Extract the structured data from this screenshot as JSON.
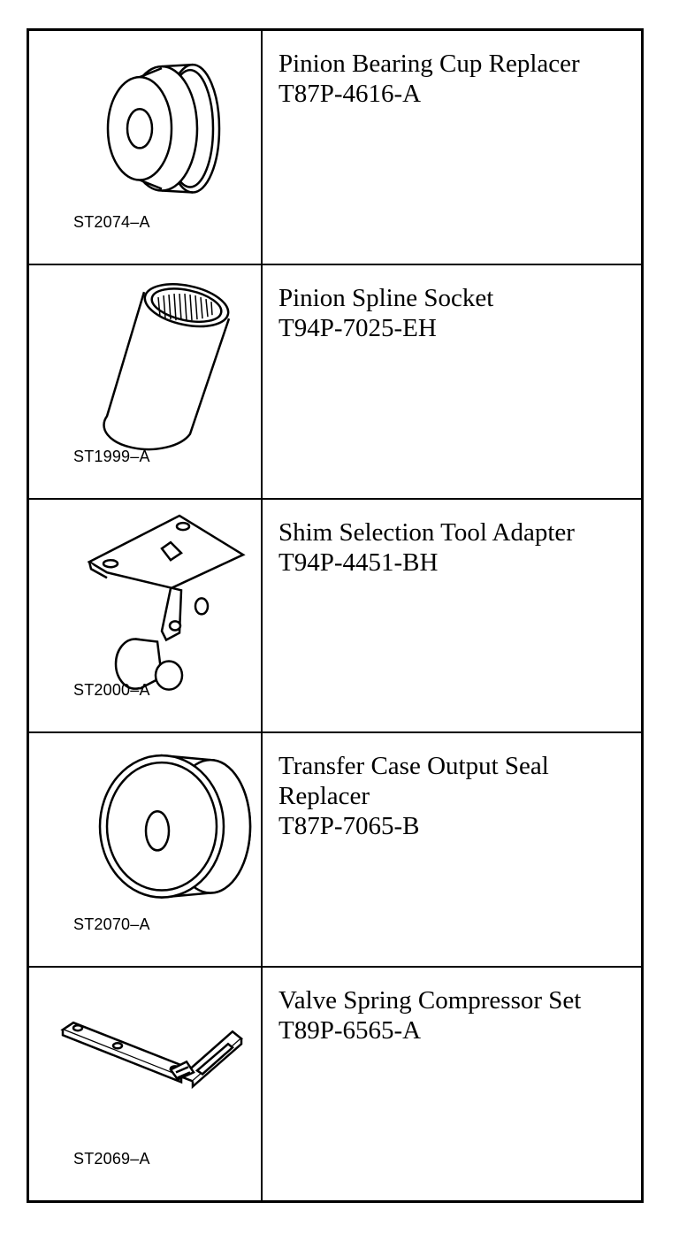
{
  "tools": [
    {
      "icon": "bearing-cup-replacer-illustration",
      "figure_code": "ST2074–A",
      "name": "Pinion Bearing Cup Replacer",
      "part_number": "T87P-4616-A"
    },
    {
      "icon": "spline-socket-illustration",
      "figure_code": "ST1999–A",
      "name": "Pinion Spline Socket",
      "part_number": "T94P-7025-EH"
    },
    {
      "icon": "shim-adapter-illustration",
      "figure_code": "ST2000–A",
      "name": "Shim Selection Tool Adapter",
      "part_number": "T94P-4451-BH"
    },
    {
      "icon": "output-seal-replacer-illustration",
      "figure_code": "ST2070–A",
      "name": "Transfer Case Output Seal Replacer",
      "part_number": "T87P-7065-B"
    },
    {
      "icon": "spring-compressor-illustration",
      "figure_code": "ST2069–A",
      "name": "Valve Spring Compressor Set",
      "part_number": "T89P-6565-A"
    }
  ]
}
